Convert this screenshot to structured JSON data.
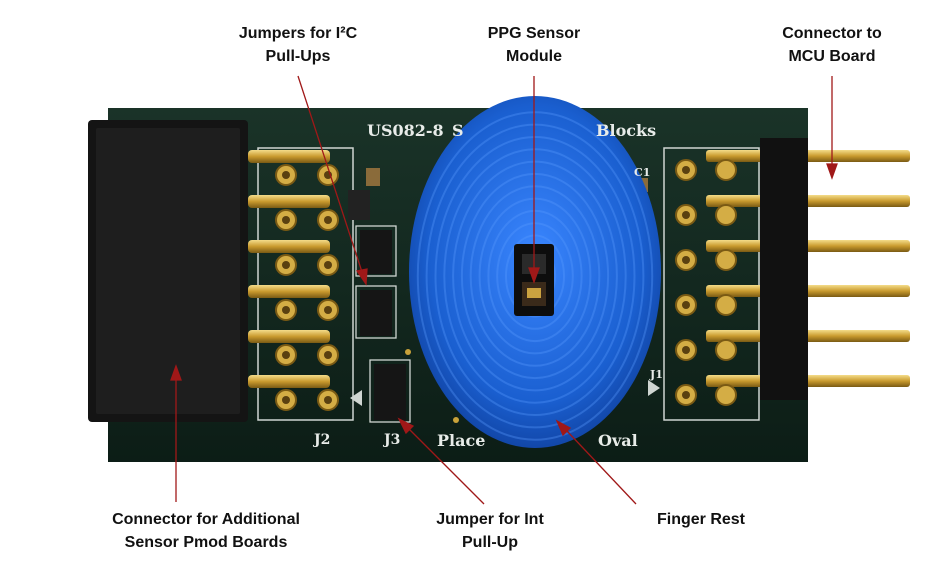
{
  "callouts": {
    "jumpers_i2c": {
      "line1": "Jumpers for I²C",
      "line2": "Pull-Ups"
    },
    "ppg_sensor": {
      "line1": "PPG Sensor",
      "line2": "Module"
    },
    "connector_mcu": {
      "line1": "Connector to",
      "line2": "MCU Board"
    },
    "connector_pmod": {
      "line1": "Connector for Additional",
      "line2": "Sensor Pmod Boards"
    },
    "jumper_int": {
      "line1": "Jumper for Int",
      "line2": "Pull-Up"
    },
    "finger_rest": {
      "line1": "Finger Rest"
    }
  },
  "board": {
    "part_number": "US082-8",
    "silk_s": "S",
    "silk_blocks": "Blocks",
    "silk_place": "Place",
    "silk_oval": "Oval",
    "label_j2": "J2",
    "label_j3": "J3",
    "label_c1": "C1",
    "label_j1": "J1"
  },
  "colors": {
    "pcb": "#12271f",
    "finger_rest": "#1b63d6",
    "arrow": "#a01818",
    "gold": "#c9a23a"
  }
}
